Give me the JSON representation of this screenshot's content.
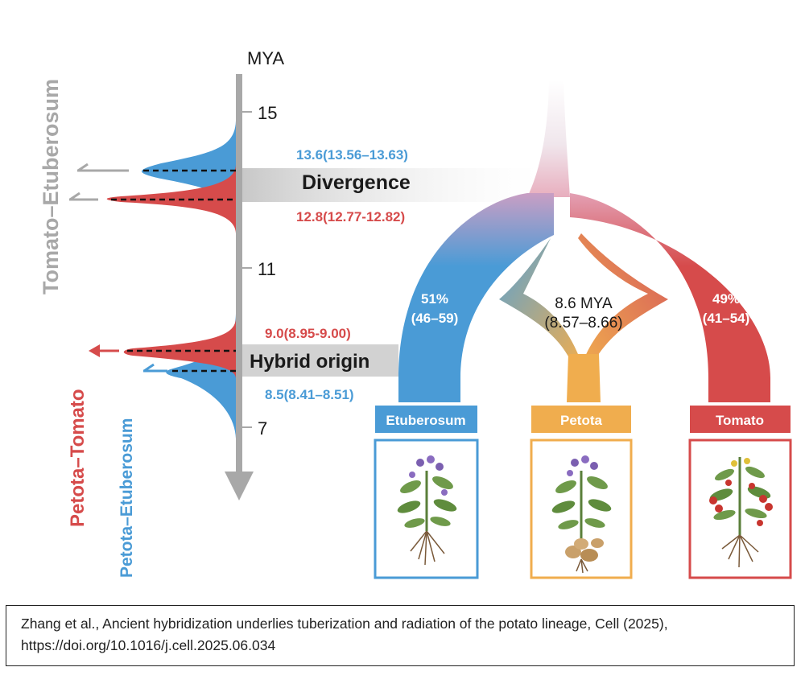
{
  "axis": {
    "unit_label": "MYA",
    "ticks": [
      {
        "value": 15,
        "label": "15"
      },
      {
        "value": 11,
        "label": "11"
      },
      {
        "value": 7,
        "label": "7"
      }
    ]
  },
  "side_labels": {
    "tomato_etuberosum": "Tomato–Etuberosum",
    "petota_tomato": "Petota–Tomato",
    "petota_etuberosum": "Petota–Etuberosum"
  },
  "events": {
    "divergence": {
      "label": "Divergence",
      "estimate_blue": "13.6(13.56–13.63)",
      "estimate_red": "12.8(12.77-12.82)"
    },
    "hybrid_origin": {
      "label": "Hybrid origin",
      "estimate_red": "9.0(8.95-9.00)",
      "estimate_blue": "8.5(8.41–8.51)"
    }
  },
  "tree": {
    "hybrid_time": "8.6 MYA",
    "hybrid_range": "(8.57–8.66)",
    "left_pct": "51%",
    "left_range": "(46–59)",
    "right_pct": "49%",
    "right_range": "(41–54)"
  },
  "lineages": [
    {
      "name": "Etuberosum",
      "color": "#4a9bd6"
    },
    {
      "name": "Petota",
      "color": "#f0ad4e"
    },
    {
      "name": "Tomato",
      "color": "#d64b4b"
    }
  ],
  "colors": {
    "blue": "#4a9bd6",
    "red": "#d64b4b",
    "orange": "#f0ad4e",
    "gray": "#a8a8a8"
  },
  "citation": {
    "line1": "Zhang et al., Ancient hybridization underlies tuberization and radiation of the potato lineage, Cell (2025),",
    "line2": "https://doi.org/10.1016/j.cell.2025.06.034"
  }
}
